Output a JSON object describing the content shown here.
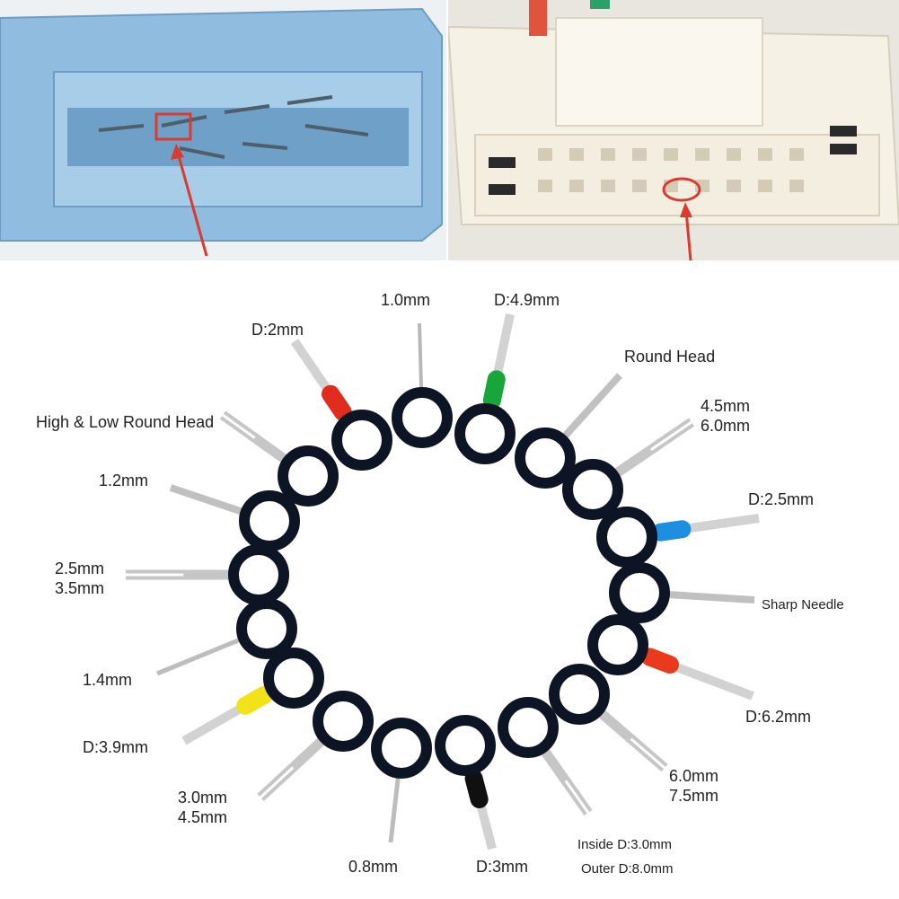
{
  "photos": {
    "left": {
      "subject": "blue-connector",
      "marker": "red-square",
      "arrow_color": "#d93b2e"
    },
    "right": {
      "subject": "white-connector",
      "marker": "red-circle",
      "arrow_color": "#d93b2e"
    }
  },
  "tools": {
    "ring_color": "#0d1424",
    "sleeve_colors": {
      "red": "#e02b1f",
      "green": "#18a63a",
      "blue": "#1e8fe0",
      "yellow": "#f2e21a",
      "orange": "#ea3a1e",
      "black": "#101010"
    }
  },
  "labels": {
    "t1": "1.0mm",
    "t2": "D:4.9mm",
    "t3": "Round Head",
    "t4a": "4.5mm",
    "t4b": "6.0mm",
    "t5": "D:2.5mm",
    "t6": "Sharp Needle",
    "t7": "D:6.2mm",
    "t8a": "6.0mm",
    "t8b": "7.5mm",
    "t9": "D:3mm",
    "t10": "0.8mm",
    "t11a": "3.0mm",
    "t11b": "4.5mm",
    "t12": "D:3.9mm",
    "t13": "1.4mm",
    "t14a": "2.5mm",
    "t14b": "3.5mm",
    "t15": "1.2mm",
    "t16": "High & Low Round Head",
    "t17": "D:2mm"
  },
  "ring_spec": {
    "inside_label": "Inside D",
    "inside_value": ":3.0mm",
    "outer_label": "Outer D",
    "outer_value": ":8.0mm"
  }
}
